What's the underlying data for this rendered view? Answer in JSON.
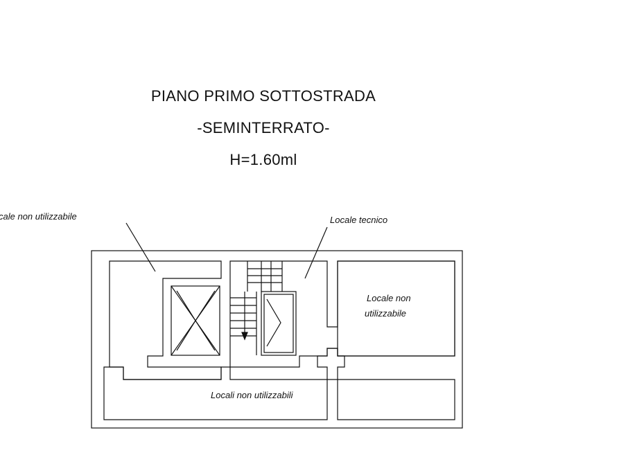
{
  "title": {
    "line1": "PIANO PRIMO SOTTOSTRADA",
    "line2": "-SEMINTERRATO-",
    "line3": "H=1.60ml"
  },
  "labels": {
    "locale_non_utilizzabile_left": "cale non utilizzabile",
    "locale_tecnico": "Locale tecnico",
    "locale_non_right_line1": "Locale non",
    "locale_non_right_line2": "utilizzabile",
    "locali_non_utilizzabili": "Locali non utilizzabili"
  }
}
